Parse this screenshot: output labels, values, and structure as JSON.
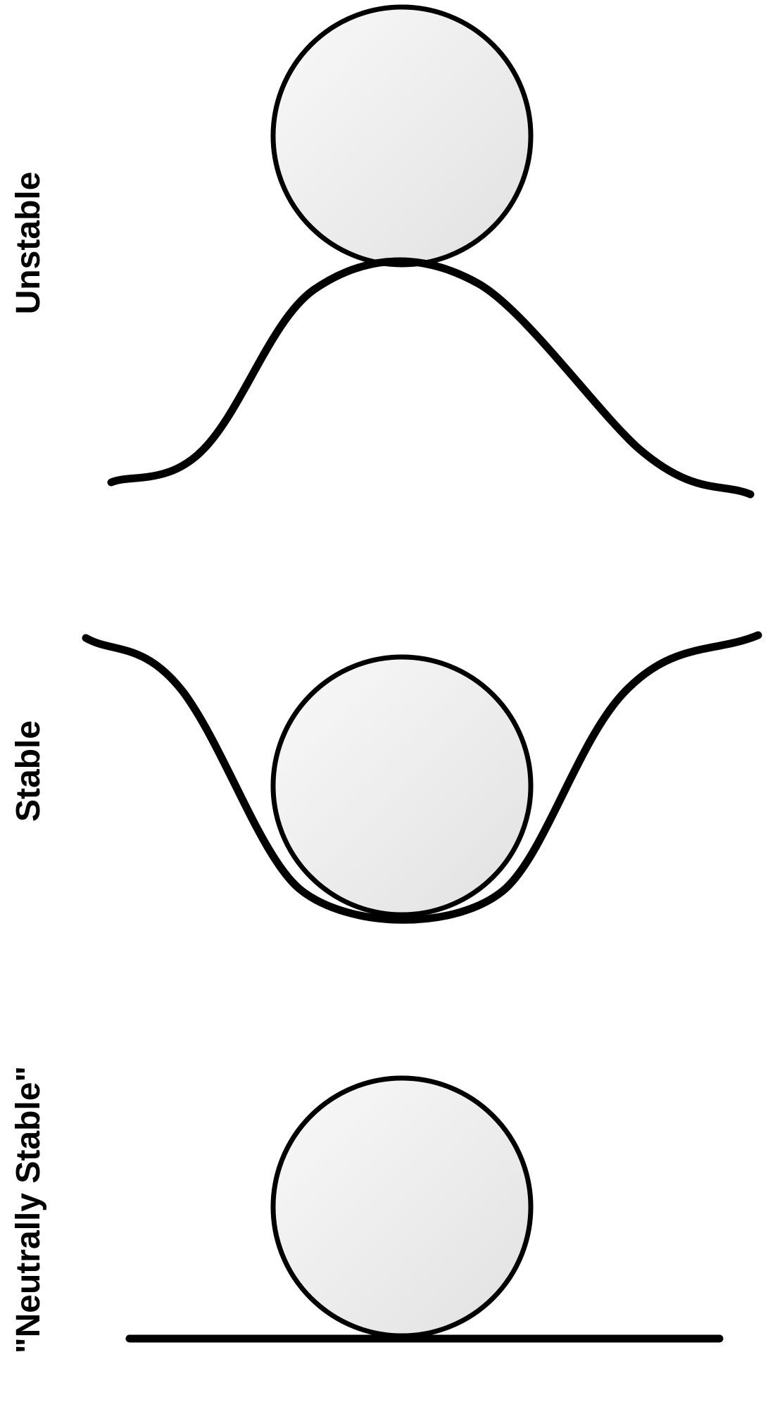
{
  "labels": {
    "unstable": "Unstable",
    "stable": "Stable",
    "neutral": "\"Neutrally Stable\""
  },
  "colors": {
    "ink": "#000000",
    "ball_highlight": "#f9f9f9",
    "ball_shadow": "#e1e1e1",
    "background": "#ffffff"
  }
}
